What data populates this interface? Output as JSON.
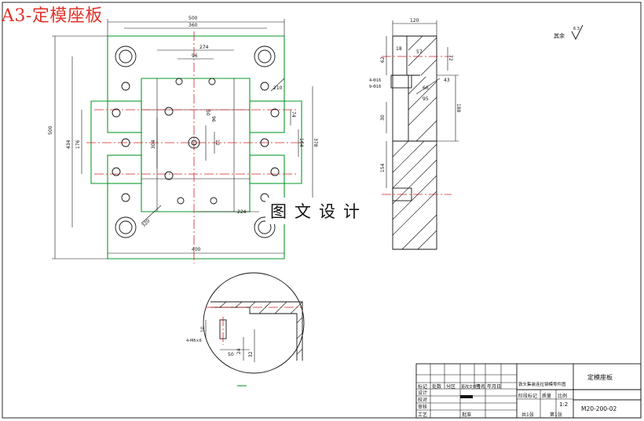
{
  "overlay": {
    "title": "A3-定模座板",
    "design_label": "图文设计"
  },
  "surface_finish": {
    "label": "其余",
    "value": "6.3"
  },
  "front_view": {
    "dims": {
      "width_500": "500",
      "width_360": "360",
      "d_274": "274",
      "d_96_top": "96",
      "d_210": "210",
      "d_96_mid": "96",
      "d_74": "74",
      "d_164": "164",
      "d_378": "378",
      "d_12": "12",
      "d_50": "50",
      "height_500": "500",
      "height_434": "434",
      "d_176": "176",
      "d_304": "304",
      "d_320": "320",
      "d_224": "224",
      "width_400": "400"
    }
  },
  "section_view": {
    "dims": {
      "width_120": "120",
      "d_18": "18",
      "d_57": "57",
      "d_62": "62",
      "d_72": "72",
      "d_66": "66",
      "d_95": "95",
      "d_43": "43",
      "d_188": "188",
      "d_30": "30",
      "d_154": "154",
      "ann_1": "4-Φ16",
      "ann_2": "9-Φ16"
    }
  },
  "detail_view": {
    "dims": {
      "d_10": "10",
      "thread": "4-M6×6",
      "d_50": "50",
      "d_24": "24",
      "d_32": "32"
    }
  },
  "title_block": {
    "project": "铁头集装连拉钢模零件图",
    "part_name": "定模座板",
    "drawing_number": "M20-200-02",
    "ratio": "1:2",
    "headers": [
      "标记",
      "处数",
      "分区",
      "更改文件号",
      "签名",
      "年月日"
    ],
    "rows": [
      "设计",
      "校对",
      "审核",
      "工艺"
    ],
    "labels": [
      "阶段标记",
      "质量",
      "比例"
    ],
    "sheet_left": "共1张",
    "sheet_right": "第1张",
    "approve": "批准"
  }
}
